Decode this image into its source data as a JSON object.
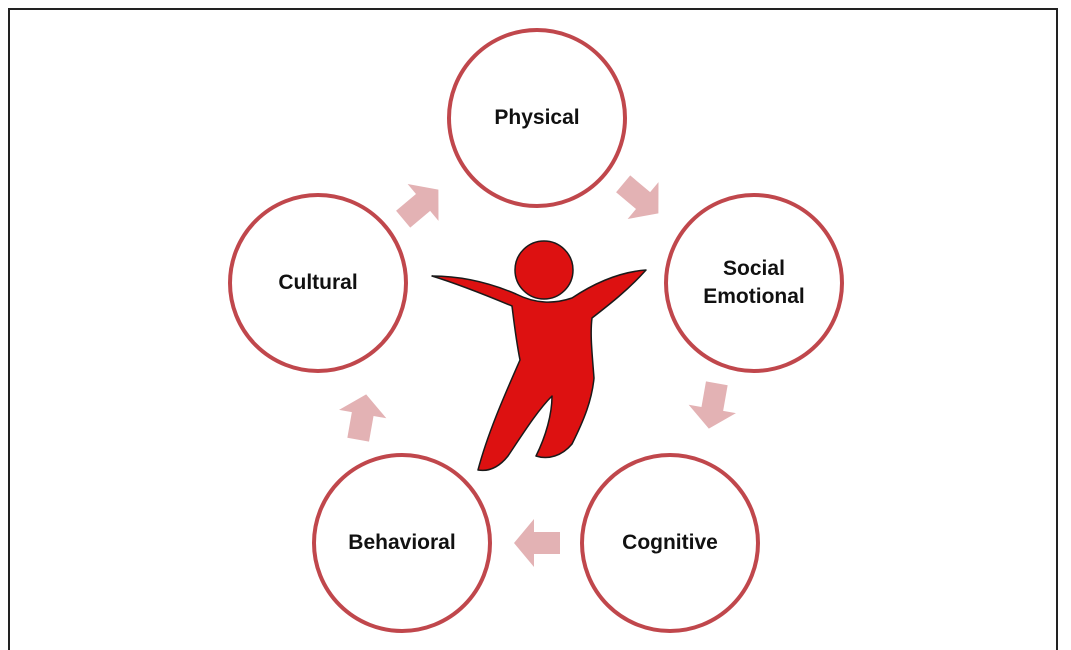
{
  "diagram": {
    "nodes": [
      {
        "id": "physical",
        "label": "Physical"
      },
      {
        "id": "social",
        "label": "Social\nEmotional"
      },
      {
        "id": "cognitive",
        "label": "Cognitive"
      },
      {
        "id": "behavioral",
        "label": "Behavioral"
      },
      {
        "id": "cultural",
        "label": "Cultural"
      }
    ],
    "cycle_direction": "clockwise",
    "center_icon": "person-figure-icon",
    "colors": {
      "node_border": "#c0474c",
      "arrow_fill": "#e3b2b4",
      "figure_fill": "#dd1111"
    }
  }
}
